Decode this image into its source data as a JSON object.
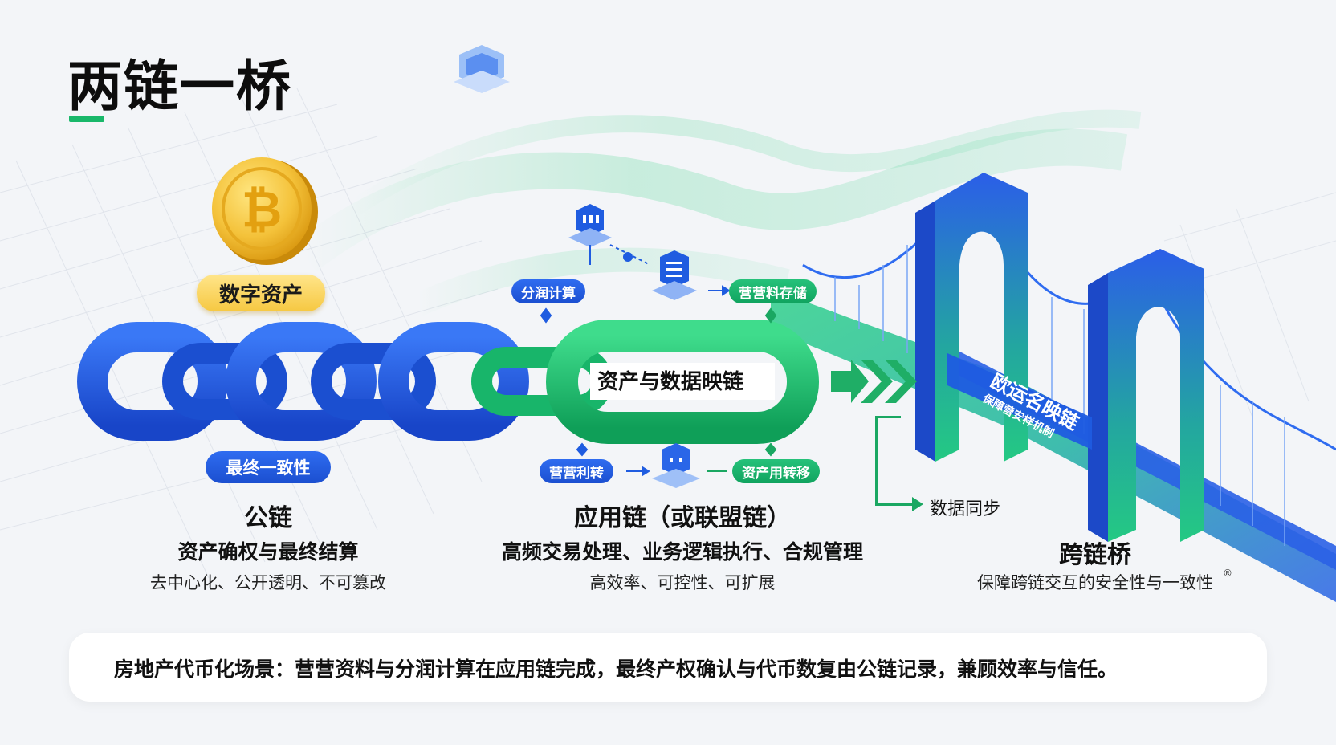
{
  "title": "两链一桥",
  "digital_asset": "数字资产",
  "public_chain": {
    "tag": "最终一致性",
    "name": "公链",
    "subtitle": "资产确权与最终结算",
    "desc": "去中心化、公开透明、不可篡改"
  },
  "app_chain": {
    "label": "资产与数据映链",
    "tags": {
      "top_left": "分润计算",
      "top_right": "营营料存储",
      "bottom_left": "营营利转",
      "bottom_right": "资产用转移"
    },
    "name": "应用链（或联盟链）",
    "subtitle": "高频交易处理、业务逻辑执行、合规管理",
    "desc": "高效率、可控性、可扩展"
  },
  "bridge": {
    "sign": "欧运名映链",
    "sign_sub": "保障营安样机制",
    "sync_label": "数据同步",
    "name": "跨链桥",
    "desc": "保障跨链交互的安全性与一致性",
    "mark": "®"
  },
  "bottom_note": "房地产代币化场景：营营资料与分润计算在应用链完成，最终产权确认与代币数复由公链记录，兼顾效率与信任。",
  "colors": {
    "blue": "#1f5ce0",
    "green": "#1aa762",
    "gold": "#f4c23a",
    "text": "#111111"
  }
}
